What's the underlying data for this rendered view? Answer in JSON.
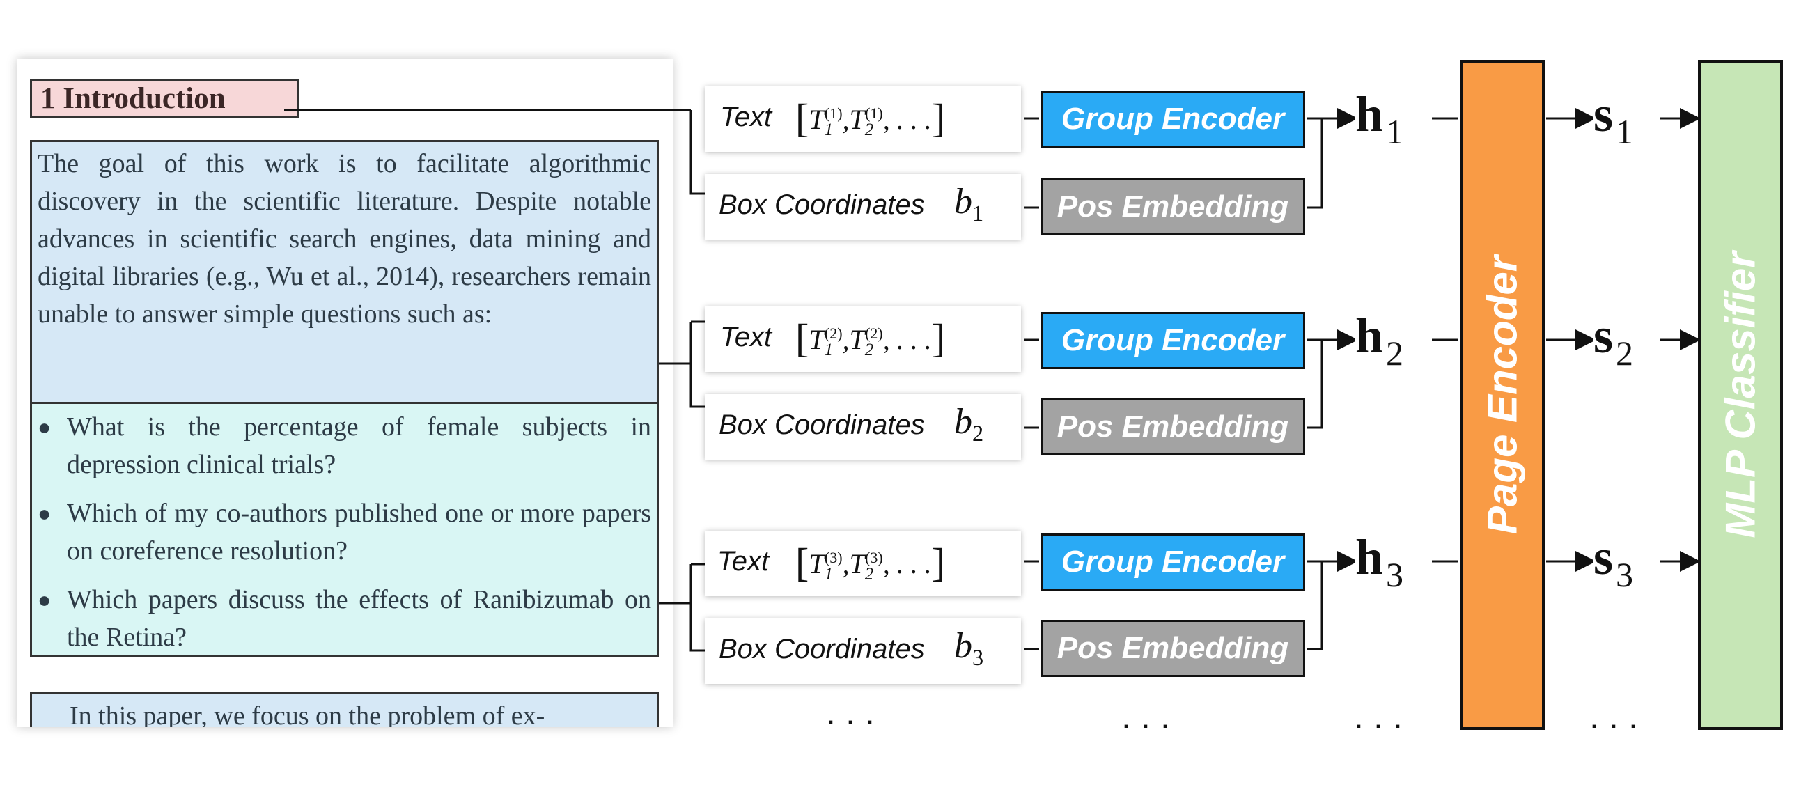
{
  "document": {
    "section_title": "1   Introduction",
    "paragraph1": "The goal of this work is to facilitate algorithmic discovery in the scientific literature.  Despite notable advances in scientific search engines, data mining and digital libraries (e.g., Wu et al., 2014), researchers remain unable to answer simple questions such as:",
    "bullets": [
      "What is the percentage of female subjects in depression clinical trials?",
      "Which of my co-authors published one or more papers on coreference resolution?",
      "Which papers discuss the effects of Ranibizumab on the Retina?"
    ],
    "paragraph2": "In this paper, we focus on the problem of ex-",
    "bullet_glyph": "●"
  },
  "rows": [
    {
      "text_label": "Text",
      "seq_open": "[",
      "seq_t1": "T",
      "seq_sub1": "1",
      "seq_sup": "(1)",
      "seq_t2": "T",
      "seq_sub2": "2",
      "seq_sup2": "(1)",
      "seq_rest": ", . . .",
      "seq_close": "]",
      "box_label": "Box Coordinates",
      "b_sym": "b",
      "b_sub": "1",
      "group_encoder": "Group Encoder",
      "pos_embedding": "Pos Embedding",
      "h_sym": "h",
      "h_sub": "1",
      "s_sym": "s",
      "s_sub": "1"
    },
    {
      "text_label": "Text",
      "seq_open": "[",
      "seq_t1": "T",
      "seq_sub1": "1",
      "seq_sup": "(2)",
      "seq_t2": "T",
      "seq_sub2": "2",
      "seq_sup2": "(2)",
      "seq_rest": ", . . .",
      "seq_close": "]",
      "box_label": "Box Coordinates",
      "b_sym": "b",
      "b_sub": "2",
      "group_encoder": "Group Encoder",
      "pos_embedding": "Pos Embedding",
      "h_sym": "h",
      "h_sub": "2",
      "s_sym": "s",
      "s_sub": "2"
    },
    {
      "text_label": "Text",
      "seq_open": "[",
      "seq_t1": "T",
      "seq_sub1": "1",
      "seq_sup": "(3)",
      "seq_t2": "T",
      "seq_sub2": "2",
      "seq_sup2": "(3)",
      "seq_rest": ", . . .",
      "seq_close": "]",
      "box_label": "Box Coordinates",
      "b_sym": "b",
      "b_sub": "3",
      "group_encoder": "Group Encoder",
      "pos_embedding": "Pos Embedding",
      "h_sym": "h",
      "h_sub": "3",
      "s_sym": "s",
      "s_sub": "3"
    }
  ],
  "page_encoder": {
    "label": "Page Encoder",
    "color": "#f99b45"
  },
  "mlp_classifier": {
    "label": "MLP Classifier",
    "color": "#c6e6b6"
  },
  "ellipsis": "...",
  "colors": {
    "group_encoder": "#2aaaf5",
    "pos_embedding": "#a3a3a3",
    "title_bg": "#f7d7d8",
    "paragraph_bg": "#d6e8f6",
    "list_bg": "#d9f6f4"
  }
}
